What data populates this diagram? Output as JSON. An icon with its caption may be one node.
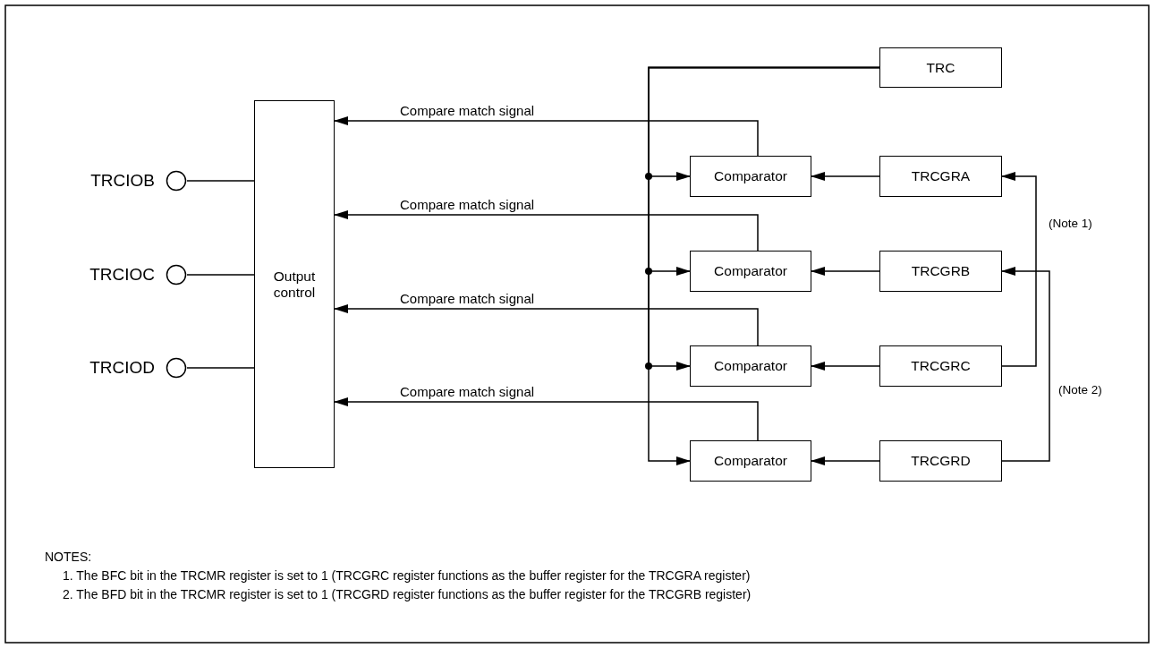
{
  "diagram": {
    "nodes": [
      {
        "text": [
          "TRCIOB"
        ]
      },
      {
        "text": [
          "TRCIOC"
        ]
      },
      {
        "text": [
          "TRCIOD"
        ]
      },
      {
        "text": [
          "Output control"
        ]
      },
      {
        "text": [
          "TRC"
        ]
      },
      {
        "text": [
          "Comparator"
        ]
      },
      {
        "text": [
          "Comparator"
        ]
      },
      {
        "text": [
          "Comparator"
        ]
      },
      {
        "text": [
          "Comparator"
        ]
      },
      {
        "text": [
          "TRCGRA"
        ]
      },
      {
        "text": [
          "TRCGRB"
        ]
      },
      {
        "text": [
          "TRCGRC"
        ]
      },
      {
        "text": [
          "TRCGRD"
        ]
      }
    ],
    "edges": [
      {
        "from": 0,
        "to": 3,
        "arrow": "none"
      },
      {
        "from": 1,
        "to": 3,
        "arrow": "none"
      },
      {
        "from": 2,
        "to": 3,
        "arrow": "none"
      },
      {
        "from": 5,
        "to": 3,
        "arrow": "to",
        "label": "Compare match signal"
      },
      {
        "from": 6,
        "to": 3,
        "arrow": "to",
        "label": "Compare match signal"
      },
      {
        "from": 7,
        "to": 3,
        "arrow": "to",
        "label": "Compare match signal"
      },
      {
        "from": 8,
        "to": 3,
        "arrow": "to",
        "label": "Compare match signal"
      },
      {
        "from": 4,
        "to": 5,
        "arrow": "to"
      },
      {
        "from": 4,
        "to": 6,
        "arrow": "to"
      },
      {
        "from": 4,
        "to": 7,
        "arrow": "to"
      },
      {
        "from": 4,
        "to": 8,
        "arrow": "to"
      },
      {
        "from": 9,
        "to": 5,
        "arrow": "to"
      },
      {
        "from": 10,
        "to": 6,
        "arrow": "to"
      },
      {
        "from": 11,
        "to": 7,
        "arrow": "to"
      },
      {
        "from": 12,
        "to": 8,
        "arrow": "to"
      },
      {
        "from": 11,
        "to": 9,
        "arrow": "to"
      },
      {
        "from": 12,
        "to": 10,
        "arrow": "to"
      }
    ],
    "labels": [
      "(Note 1)",
      "(Note 2)",
      "NOTES:",
      "1. The BFC bit in the TRCMR register is set to 1 (TRCGRC register functions as the buffer register for the TRCGRA register)",
      "2. The BFD bit in the TRCMR register is set to 1 (TRCGRD register functions as the buffer register for the TRCGRB register)"
    ]
  }
}
